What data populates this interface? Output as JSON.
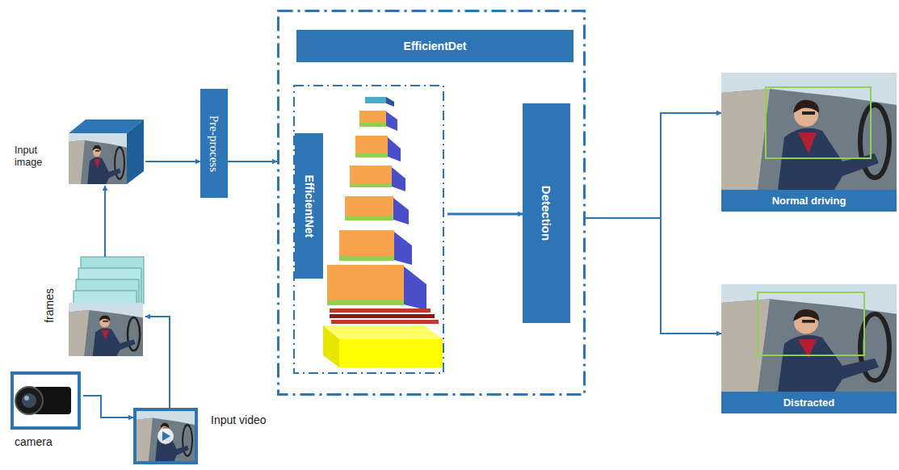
{
  "diagram": {
    "nodes": [
      {
        "text": [
          "camera"
        ]
      },
      {
        "text": [
          "Input video"
        ]
      },
      {
        "text": [
          "frames"
        ]
      },
      {
        "text": [
          "Input image"
        ]
      },
      {
        "text": [
          "Pre-process"
        ]
      },
      {
        "text": [
          "EfficientDet"
        ]
      },
      {
        "text": [
          "EfficientNet"
        ],
        "in": 5
      },
      {
        "text": [
          "Detection"
        ],
        "in": 5
      },
      {
        "text": [
          "Normal driving"
        ]
      },
      {
        "text": [
          "Distracted"
        ]
      }
    ],
    "edges": [
      {
        "from": 0,
        "to": 1,
        "arrow": "to"
      },
      {
        "from": 1,
        "to": 2,
        "arrow": "to"
      },
      {
        "from": 2,
        "to": 3,
        "arrow": "to"
      },
      {
        "from": 3,
        "to": 4,
        "arrow": "to"
      },
      {
        "from": 4,
        "to": 5,
        "arrow": "to"
      },
      {
        "from": 6,
        "to": 7,
        "arrow": "to"
      },
      {
        "from": 5,
        "to": 8,
        "arrow": "to"
      },
      {
        "from": 5,
        "to": 9,
        "arrow": "to"
      }
    ]
  }
}
